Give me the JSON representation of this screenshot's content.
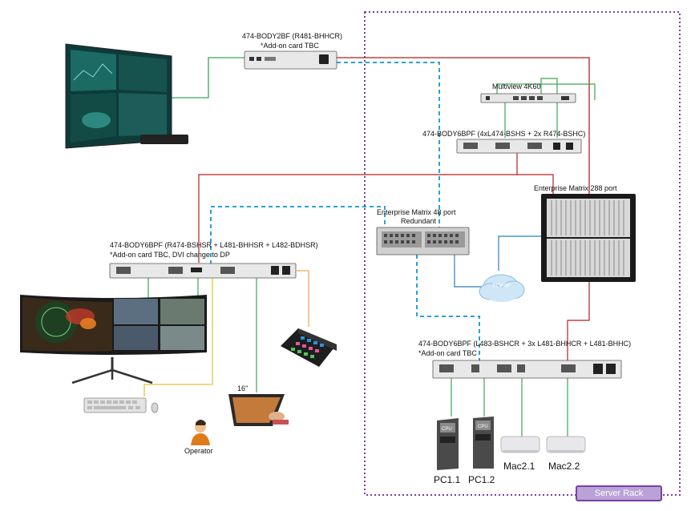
{
  "kvm_top": {
    "line1": "474-BODY2BF (R481-BHHCR)",
    "line2": "*Add-on card TBC"
  },
  "multiview": {
    "label": "Multiview 4K60"
  },
  "kvm_mid": {
    "label": "474-BODY6BPF (4xL474-BSHS + 2x R474-BSHC)"
  },
  "matrix288": {
    "label": "Enterprise Matrix 288 port"
  },
  "matrix48": {
    "line1": "Enterprise Matrix 48 port",
    "line2": "Redundant"
  },
  "cloud": {
    "label": "TCP/IP"
  },
  "kvm_left": {
    "line1": "474-BODY6BPF (R474-BSHSR + L481-BHHSR + L482-BDHSR)",
    "line2": "*Add-on card TBC, DVI change to DP"
  },
  "kvm_bottom": {
    "line1": "474-BODY6BPF (L483-BSHCR + 3x L481-BHHCR + L481-BHHC)",
    "line2": "*Add-on card TBC"
  },
  "tablet": {
    "label": "16\""
  },
  "operator": {
    "label": "Operator"
  },
  "computers": [
    {
      "label": "PC1.1"
    },
    {
      "label": "PC1.2"
    },
    {
      "label": "Mac2.1"
    },
    {
      "label": "Mac2.2"
    }
  ],
  "pc_badge": "CPU",
  "server_rack": {
    "label": "Server Rack"
  },
  "colors": {
    "green_link": "#3aa655",
    "red_link": "#b22222",
    "blue_dashed": "#2aa0dc",
    "yellow_link": "#e7c23a",
    "orange_link": "#f2a65a",
    "rack_border": "#7a3fa6",
    "cloud_fill": "#cfe6f6"
  }
}
